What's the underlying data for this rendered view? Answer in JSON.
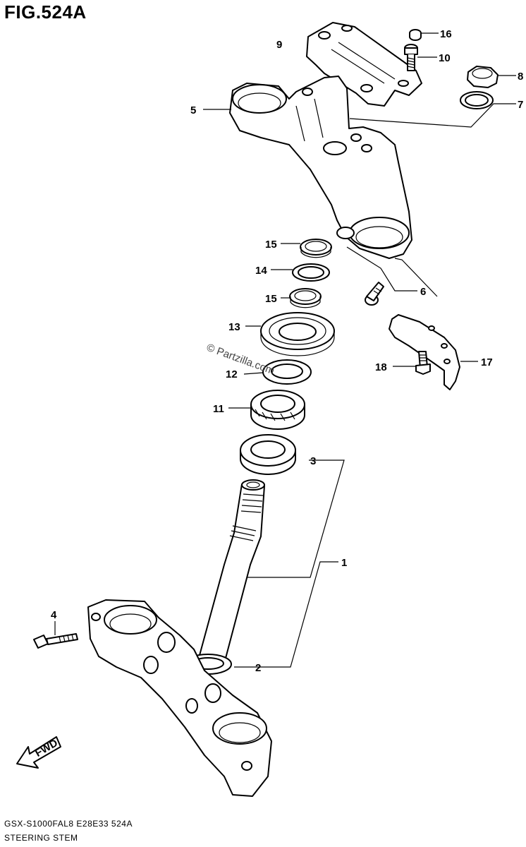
{
  "figure": {
    "title": "FIG.524A",
    "model_code": "GSX-S1000FAL8  E28E33  524A",
    "group_name": "STEERING STEM",
    "watermark": "© Partzilla.com",
    "fwd_label": "FWD"
  },
  "callouts": [
    {
      "id": "c1",
      "label": "1"
    },
    {
      "id": "c2",
      "label": "2"
    },
    {
      "id": "c3",
      "label": "3"
    },
    {
      "id": "c4",
      "label": "4"
    },
    {
      "id": "c5",
      "label": "5"
    },
    {
      "id": "c6",
      "label": "6"
    },
    {
      "id": "c7",
      "label": "7"
    },
    {
      "id": "c8",
      "label": "8"
    },
    {
      "id": "c9",
      "label": "9"
    },
    {
      "id": "c10",
      "label": "10"
    },
    {
      "id": "c11",
      "label": "11"
    },
    {
      "id": "c12",
      "label": "12"
    },
    {
      "id": "c13",
      "label": "13"
    },
    {
      "id": "c14",
      "label": "14"
    },
    {
      "id": "c15a",
      "label": "15"
    },
    {
      "id": "c15b",
      "label": "15"
    },
    {
      "id": "c16",
      "label": "16"
    },
    {
      "id": "c17",
      "label": "17"
    },
    {
      "id": "c18",
      "label": "18"
    }
  ]
}
